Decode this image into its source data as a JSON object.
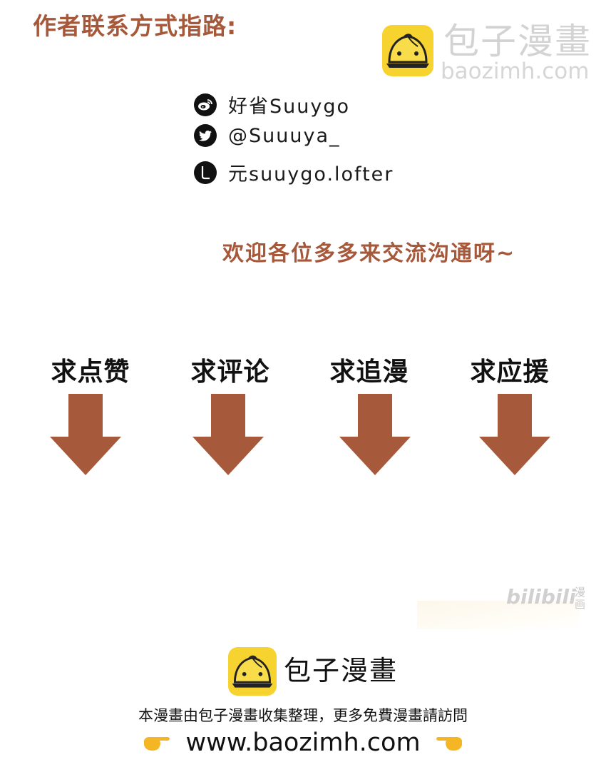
{
  "heading": "作者联系方式指路:",
  "watermark_top": {
    "brand_cn": "包子漫畫",
    "brand_url": "baozimh.com",
    "logo_icon": "steamed-bun-logo-icon",
    "logo_bg": "#f7d32f"
  },
  "socials": [
    {
      "platform": "weibo",
      "icon": "weibo-icon",
      "handle": "好省Suuygo"
    },
    {
      "platform": "twitter",
      "icon": "twitter-icon",
      "handle": "@Suuuya_"
    },
    {
      "platform": "lofter",
      "icon": "lofter-icon",
      "handle": "元suuygo.lofter"
    }
  ],
  "welcome": "欢迎各位多多来交流沟通呀~",
  "asks": [
    {
      "label": "求点赞",
      "icon": "down-arrow-icon"
    },
    {
      "label": "求评论",
      "icon": "down-arrow-icon"
    },
    {
      "label": "求追漫",
      "icon": "down-arrow-icon"
    },
    {
      "label": "求应援",
      "icon": "down-arrow-icon"
    }
  ],
  "bilibili_watermark": {
    "text": "bilibili",
    "cn": "漫画"
  },
  "footer": {
    "brand_cn": "包子漫畫",
    "notice": "本漫畫由包子漫畫收集整理，更多免費漫畫請訪問",
    "url": "www.baozimh.com",
    "left_icon": "pointing-right-hand-icon",
    "right_icon": "pointing-left-hand-icon"
  },
  "colors": {
    "accent_brown": "#a6583a",
    "arrow": "#a65a3b",
    "logo_yellow": "#f7d32f",
    "text_dark": "#111111"
  }
}
